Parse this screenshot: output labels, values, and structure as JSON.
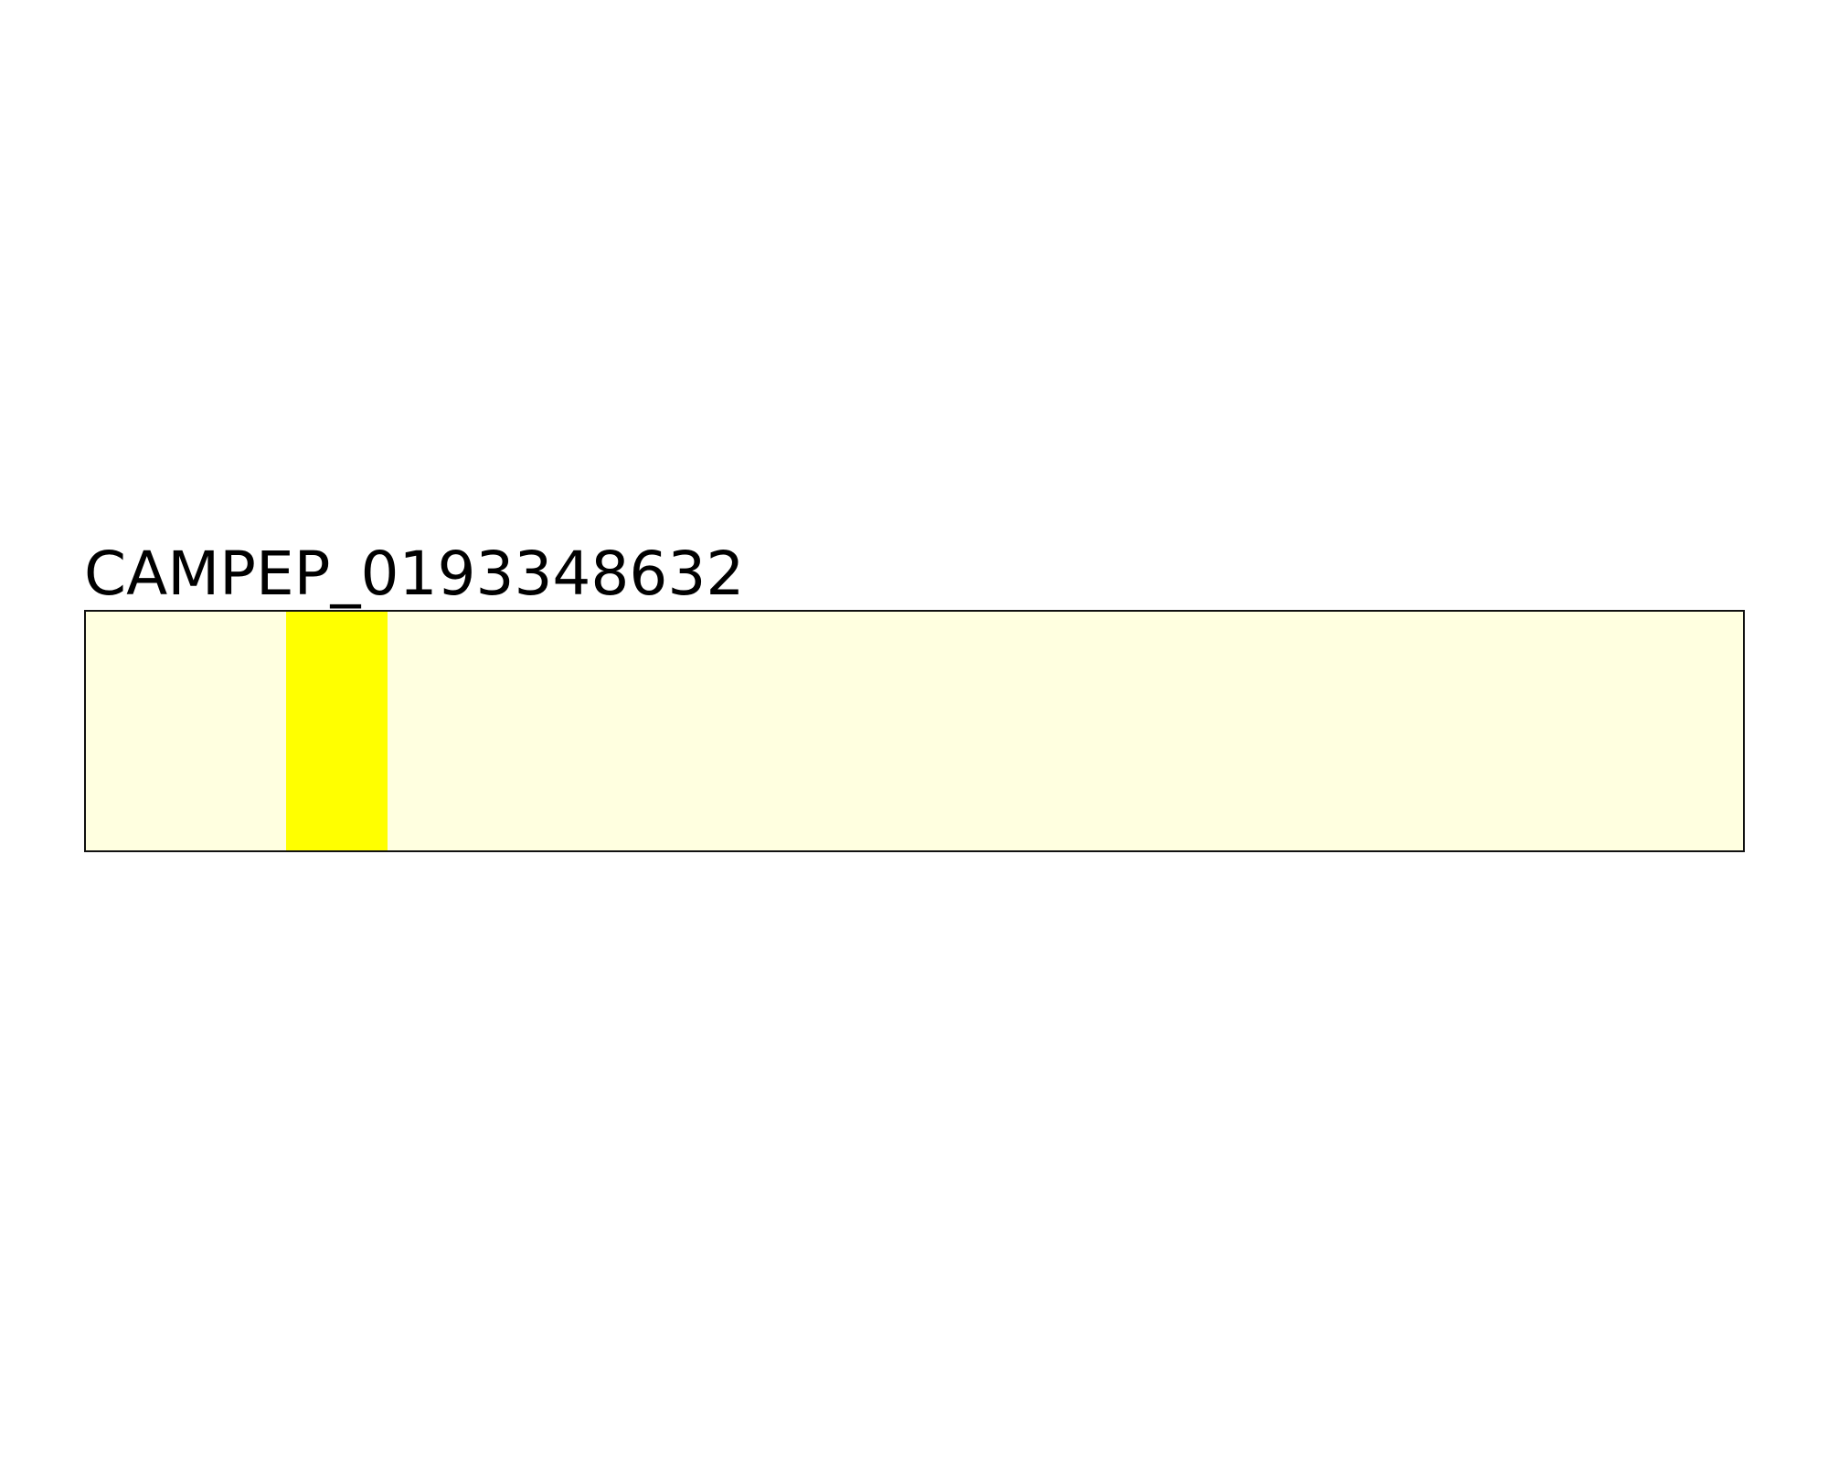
{
  "title": "CAMPEP_0193348632",
  "chart_data": {
    "type": "track",
    "title": "CAMPEP_0193348632",
    "background_color": "#ffffe0",
    "regions": [
      {
        "start_fraction": 0.121,
        "end_fraction": 0.182,
        "color": "#ffff00"
      }
    ]
  }
}
